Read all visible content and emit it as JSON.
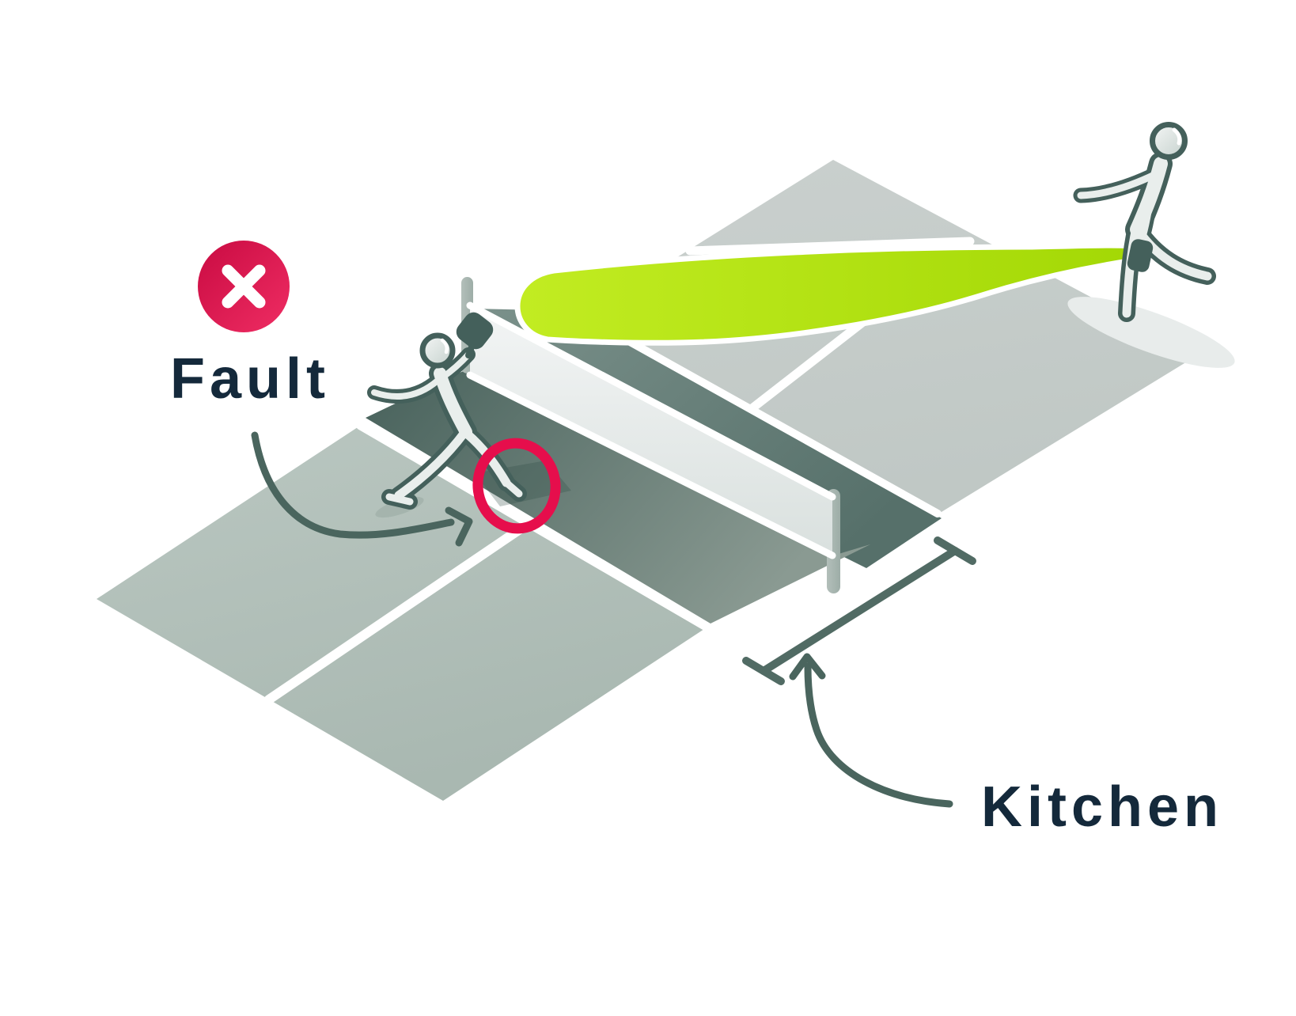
{
  "title": "Pickleball kitchen fault diagram",
  "labels": {
    "fault": "Fault",
    "kitchen": "Kitchen"
  },
  "icons": {
    "badge": "x-circle-icon",
    "foot_marker": "red-circle-icon",
    "fault_pointer": "curved-arrow-icon",
    "kitchen_pointer": "curved-arrow-icon",
    "measure": "dimension-bracket-icon",
    "ball_trail": "swoosh-trail"
  },
  "colors": {
    "accent_red": "#e60e4c",
    "badge_gradient_start": "#c90b42",
    "badge_gradient_end": "#ef2d63",
    "navy_text": "#14293b",
    "swoosh_green": "#b2e314",
    "near_court": "#b2c0ba",
    "far_court": "#c6cdca",
    "kitchen_dark": "#5d7770",
    "net_band": "#e8edec",
    "figure_outline": "#44605b",
    "arrow_teal": "#4a655e"
  }
}
